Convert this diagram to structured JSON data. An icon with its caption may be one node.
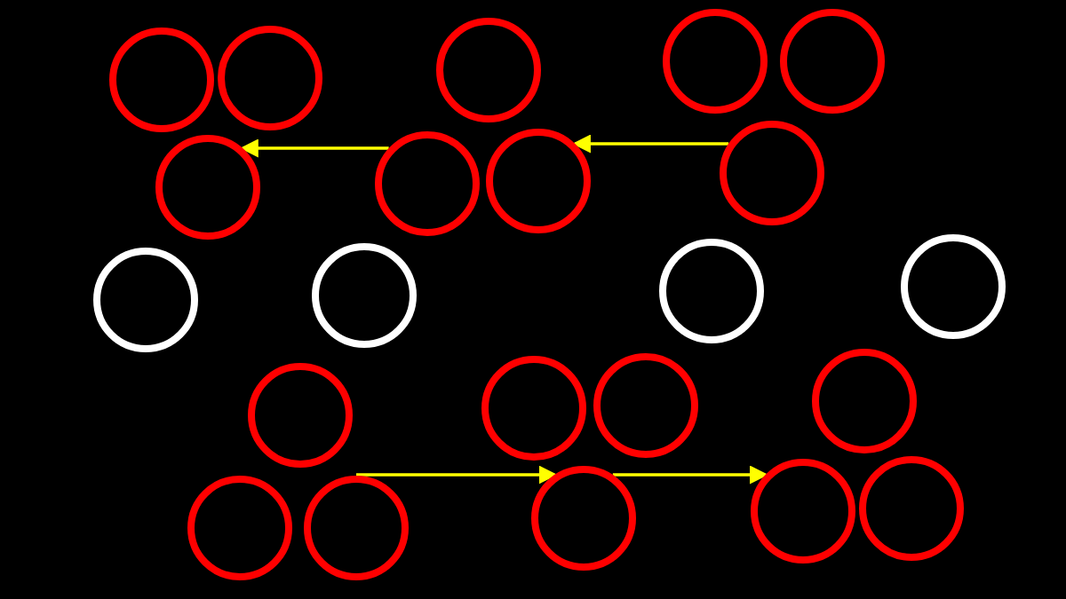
{
  "diagram": {
    "nodes": [
      {
        "text": [],
        "shape": "circle"
      },
      {
        "text": [],
        "shape": "circle"
      },
      {
        "text": [],
        "shape": "circle"
      },
      {
        "text": [],
        "shape": "circle"
      },
      {
        "text": [],
        "shape": "circle"
      },
      {
        "text": [],
        "shape": "circle"
      },
      {
        "text": [],
        "shape": "circle"
      },
      {
        "text": [],
        "shape": "circle"
      },
      {
        "text": [],
        "shape": "circle"
      },
      {
        "text": [],
        "shape": "circle"
      },
      {
        "text": [],
        "shape": "circle"
      },
      {
        "text": [],
        "shape": "circle"
      },
      {
        "text": [],
        "shape": "circle"
      },
      {
        "text": [],
        "shape": "circle"
      },
      {
        "text": [],
        "shape": "circle"
      },
      {
        "text": [],
        "shape": "circle"
      },
      {
        "text": [],
        "shape": "circle"
      },
      {
        "text": [],
        "shape": "circle"
      },
      {
        "text": [],
        "shape": "circle"
      },
      {
        "text": [],
        "shape": "circle"
      },
      {
        "text": [],
        "shape": "circle"
      },
      {
        "text": [],
        "shape": "circle"
      }
    ],
    "edges": [
      {
        "from": 6,
        "to": 5,
        "arrow": "to"
      },
      {
        "from": 8,
        "to": 7,
        "arrow": "to"
      },
      {
        "from": 18,
        "to": 19,
        "arrow": "to"
      },
      {
        "from": 19,
        "to": 20,
        "arrow": "to"
      }
    ]
  }
}
